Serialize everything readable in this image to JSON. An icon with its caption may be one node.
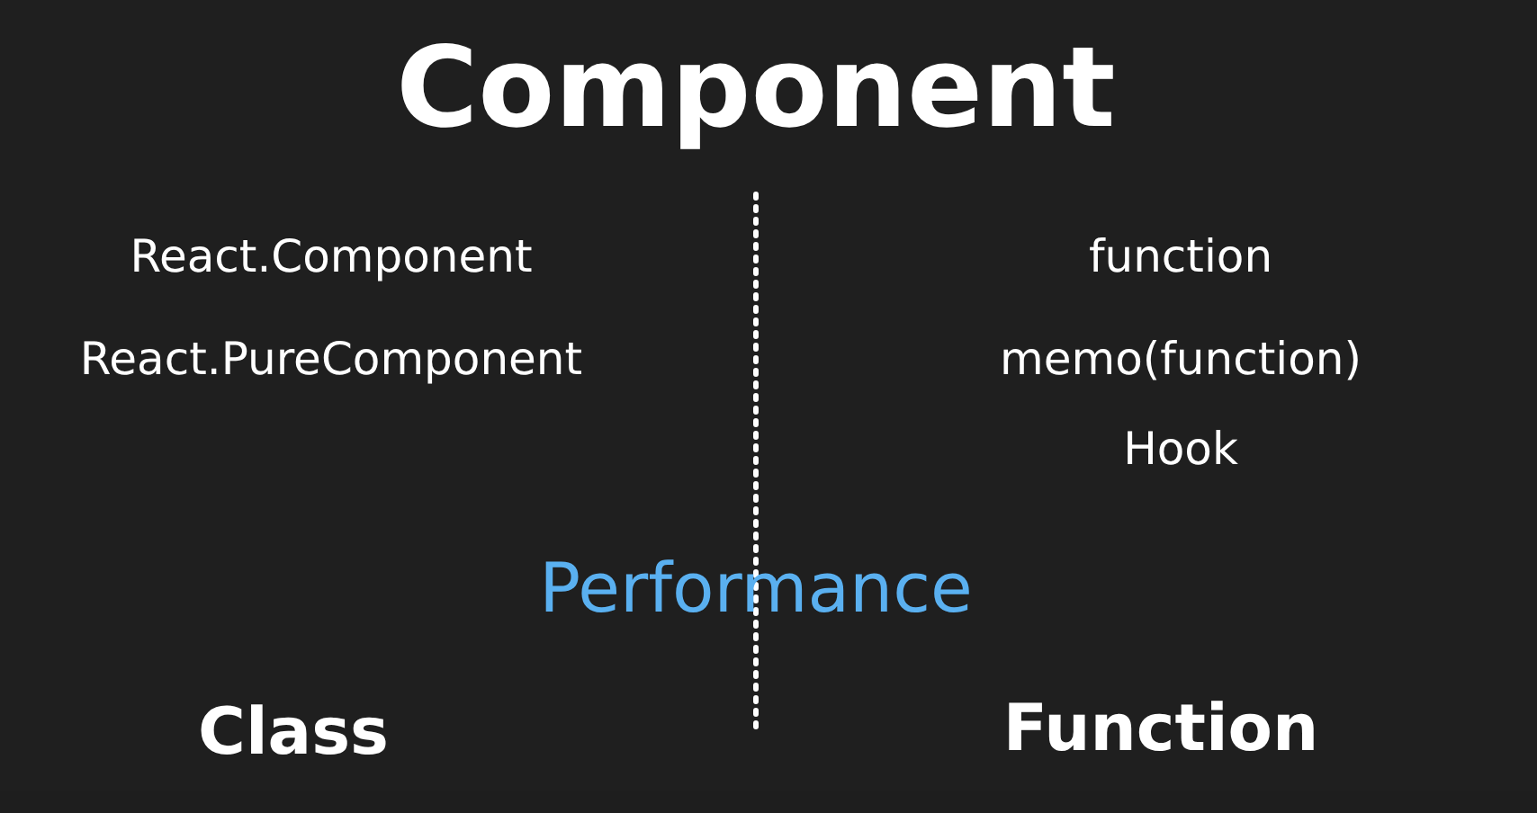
{
  "diagram": {
    "title": "Component",
    "labels": [
      "React.Component",
      "function",
      "React.PureComponent",
      "memo(function)",
      "Hook",
      "Performance",
      "Class",
      "Function"
    ]
  }
}
